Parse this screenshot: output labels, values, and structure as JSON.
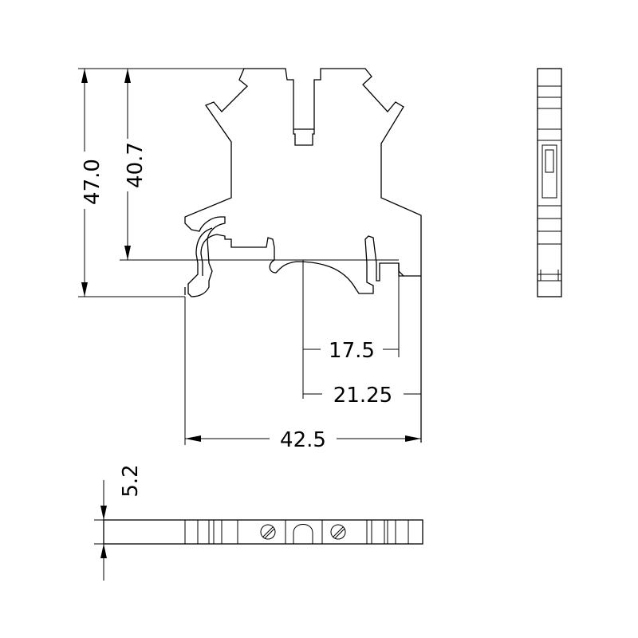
{
  "dimensions": {
    "overall_height": "47.0",
    "body_height": "40.7",
    "half_width": "17.5",
    "center_to_edge": "21.25",
    "overall_width": "42.5",
    "thickness": "5.2"
  },
  "colors": {
    "line": "#000000",
    "background": "#ffffff"
  }
}
